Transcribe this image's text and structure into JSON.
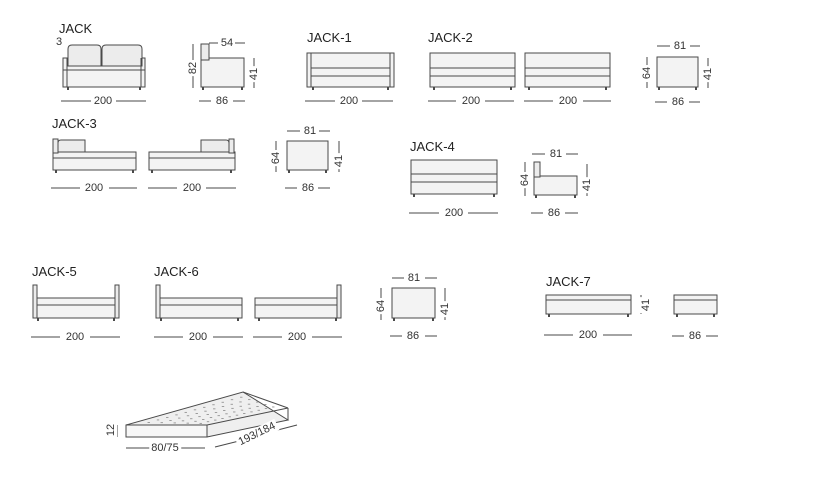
{
  "models": {
    "jack": {
      "name": "JACK"
    },
    "jack1": {
      "name": "JACK-1"
    },
    "jack2": {
      "name": "JACK-2"
    },
    "jack3": {
      "name": "JACK-3"
    },
    "jack4": {
      "name": "JACK-4"
    },
    "jack5": {
      "name": "JACK-5"
    },
    "jack6": {
      "name": "JACK-6"
    },
    "jack7": {
      "name": "JACK-7"
    }
  },
  "dims": {
    "jack_arm": "3",
    "jack_width": "200",
    "jack_side_height": "82",
    "jack_side_depth_top": "54",
    "jack_side_seat": "41",
    "jack_side_depth": "86",
    "jack1_width": "200",
    "jack2_width_a": "200",
    "jack2_width_b": "200",
    "jack2_side_top": "81",
    "jack2_side_height": "64",
    "jack2_side_seat": "41",
    "jack2_side_depth": "86",
    "jack3_width_a": "200",
    "jack3_width_b": "200",
    "jack3_side_top": "81",
    "jack3_side_height": "64",
    "jack3_side_seat": "41",
    "jack3_side_depth": "86",
    "jack4_width": "200",
    "jack4_side_top": "81",
    "jack4_side_height": "64",
    "jack4_side_seat": "41",
    "jack4_side_depth": "86",
    "jack5_width": "200",
    "jack6_width_a": "200",
    "jack6_width_b": "200",
    "jack56_side_top": "81",
    "jack56_side_height": "64",
    "jack56_side_seat": "41",
    "jack56_side_depth": "86",
    "jack7_width": "200",
    "jack7_height": "41",
    "jack7_depth": "86",
    "mattress_thickness": "12",
    "mattress_width": "80/75",
    "mattress_length": "193/184"
  }
}
